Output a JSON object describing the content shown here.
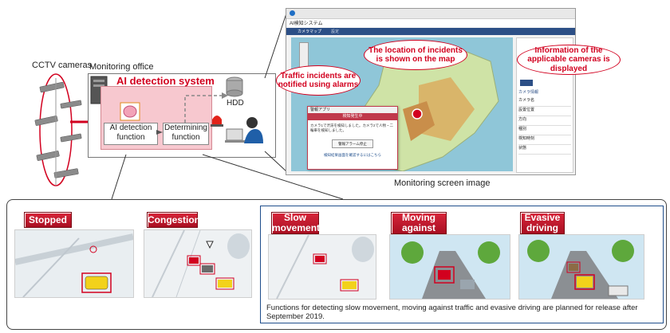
{
  "labels": {
    "cctv": "CCTV cameras",
    "office": "Monitoring office",
    "ai_system": "AI detection system",
    "ai_function": "AI detection function",
    "determining": "Determining function",
    "hdd": "HDD",
    "screen_caption": "Monitoring screen image"
  },
  "callouts": {
    "alarm": "Traffic incidents are notified using alarms",
    "map": "The location of incidents is shown on the map",
    "info": "Information of the applicable cameras is displayed"
  },
  "screen": {
    "app_title": "AI検知システム",
    "tab1": "カメラマップ",
    "tab2": "設定",
    "dialog_title": "警報アプリ",
    "dialog_header": "検知発生中",
    "dialog_msg": "カメラ1で渋滞を検知しました。カメラ2で人物・二輪車を検知しました。",
    "dialog_btn": "警報アラーム停止",
    "dialog_link": "検知結果画面を確認するにはこちら",
    "panel_title": "カメラ情報",
    "panel_rows": [
      "カメラ名",
      "設置位置",
      "方向",
      "種別",
      "検知時刻",
      "状態"
    ]
  },
  "scenes": [
    {
      "label": "Stopped"
    },
    {
      "label": "Congestion"
    },
    {
      "label": "Slow movement"
    },
    {
      "label": "Moving against traffic"
    },
    {
      "label": "Evasive driving"
    }
  ],
  "note": "Functions for detecting slow movement, moving against traffic and evasive driving are planned for release after September 2019.",
  "colors": {
    "accent_red": "#d2001f",
    "frame_blue": "#1f4e8c",
    "system_pink": "#f7c8cf"
  }
}
